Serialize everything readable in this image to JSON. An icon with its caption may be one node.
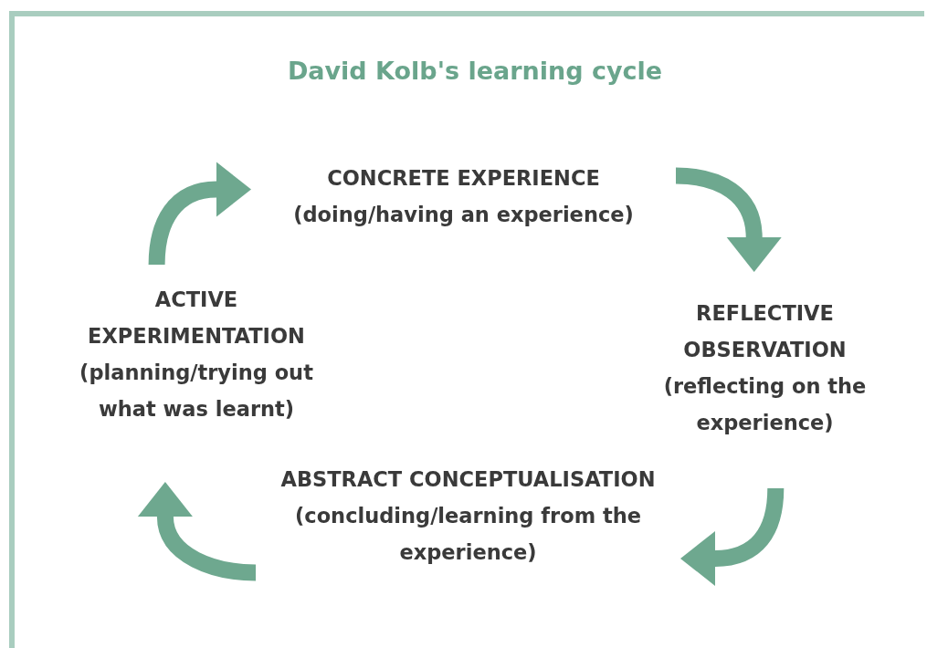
{
  "diagram": {
    "title": "David Kolb's learning cycle",
    "nodes": [
      {
        "text": [
          "CONCRETE EXPERIENCE",
          "(doing/having an experience)"
        ]
      },
      {
        "text": [
          "REFLECTIVE OBSERVATION",
          "(reflecting on the experience)"
        ]
      },
      {
        "text": [
          "ABSTRACT CONCEPTUALISATION",
          "(concluding/learning from the experience)"
        ]
      },
      {
        "text": [
          "ACTIVE EXPERIMENTATION",
          "(planning/trying out what was learnt)"
        ]
      }
    ],
    "edges": [
      {
        "from": 0,
        "to": 1,
        "arrow": "to"
      },
      {
        "from": 1,
        "to": 2,
        "arrow": "to"
      },
      {
        "from": 2,
        "to": 3,
        "arrow": "to"
      },
      {
        "from": 3,
        "to": 0,
        "arrow": "to"
      }
    ]
  }
}
